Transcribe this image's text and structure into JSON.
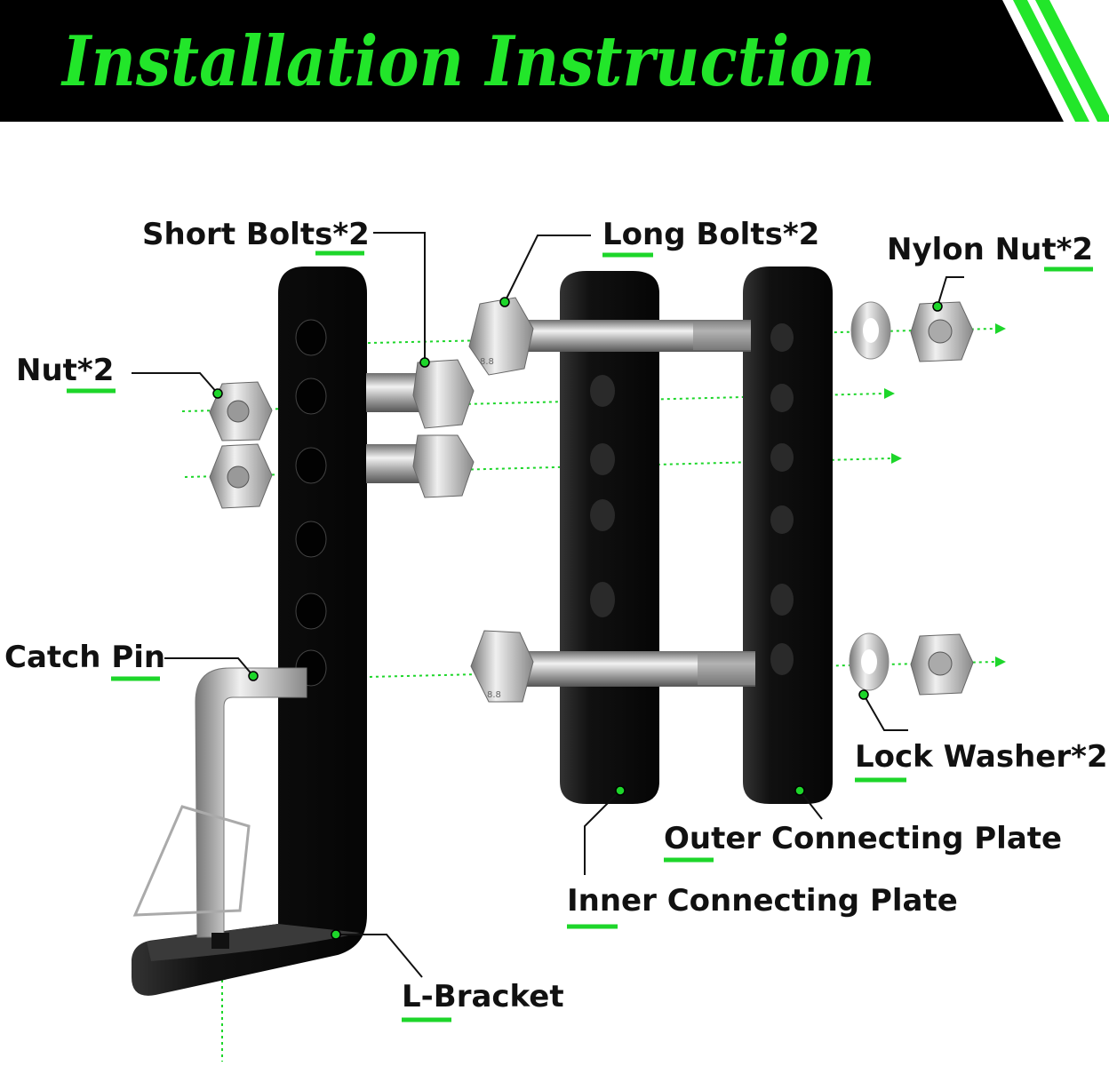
{
  "header": {
    "title": "Installation Instruction"
  },
  "colors": {
    "accent": "#22e62a",
    "header_bg": "#000000"
  },
  "labels": {
    "short_bolts": "Short Bolts*2",
    "long_bolts": "Long Bolts*2",
    "nylon_nut": "Nylon Nut*2",
    "nut": "Nut*2",
    "catch_pin": "Catch Pin",
    "lock_washer": "Lock Washer*2",
    "outer_plate": "Outer Connecting Plate",
    "inner_plate": "Inner Connecting Plate",
    "l_bracket": "L-Bracket"
  },
  "bolt_marking": "8.8"
}
